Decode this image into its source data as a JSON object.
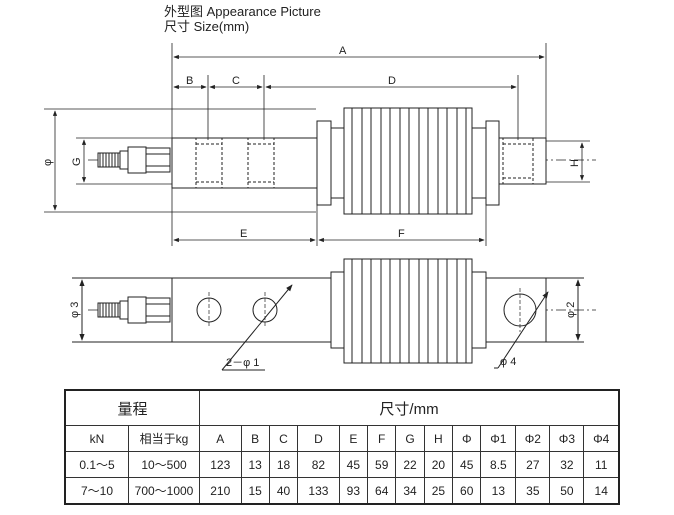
{
  "title": {
    "line1": "外型图 Appearance Picture",
    "line2": "尺寸 Size(mm)"
  },
  "drawing": {
    "dims": {
      "A": "A",
      "B": "B",
      "C": "C",
      "D": "D",
      "E": "E",
      "F": "F",
      "G": "G",
      "H": "H",
      "phi": "φ",
      "phi1": "2－φ 1",
      "phi2": "φ 2",
      "phi3": "φ 3",
      "phi4": "φ 4"
    }
  },
  "table": {
    "group_range": "量程",
    "group_size": "尺寸/mm",
    "col_kn": "kN",
    "col_kg": "相当于kg",
    "columns": [
      "A",
      "B",
      "C",
      "D",
      "E",
      "F",
      "G",
      "H",
      "Φ",
      "Φ1",
      "Φ2",
      "Φ3",
      "Φ4"
    ],
    "rows": [
      {
        "kn": "0.1～5",
        "kg": "10～500",
        "values": [
          "123",
          "13",
          "18",
          "82",
          "45",
          "59",
          "22",
          "20",
          "45",
          "8.5",
          "27",
          "32",
          "11"
        ]
      },
      {
        "kn": "7～10",
        "kg": "700～1000",
        "values": [
          "210",
          "15",
          "40",
          "133",
          "93",
          "64",
          "34",
          "25",
          "60",
          "13",
          "35",
          "50",
          "14"
        ]
      }
    ]
  }
}
